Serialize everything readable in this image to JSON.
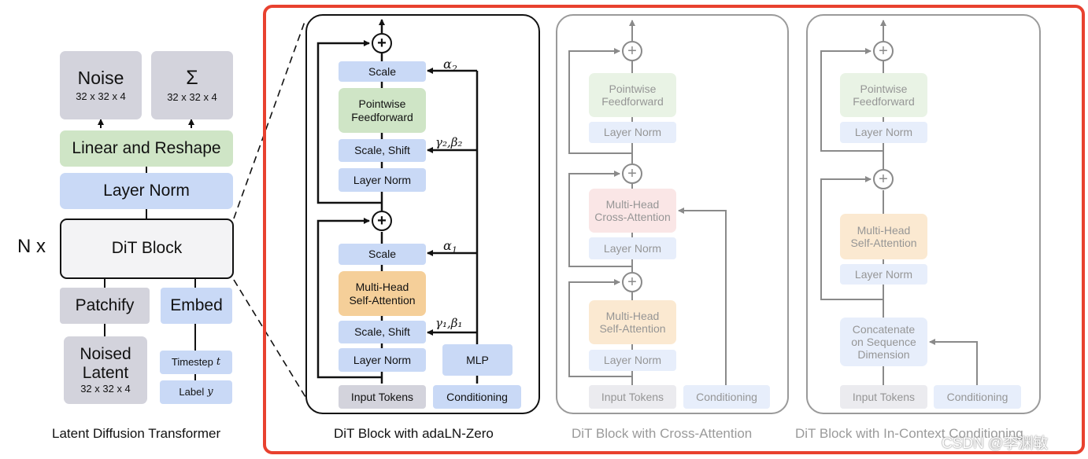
{
  "left": {
    "noise": {
      "label": "Noise",
      "shape": "32 x 32 x 4"
    },
    "sigma": {
      "label": "Σ",
      "shape": "32 x 32 x 4"
    },
    "linear_reshape": "Linear and Reshape",
    "layer_norm": "Layer Norm",
    "n_times": "N x",
    "dit_block": "DiT Block",
    "patchify": "Patchify",
    "embed": "Embed",
    "noised_latent": {
      "line1": "Noised",
      "line2": "Latent",
      "shape": "32 x 32 x 4"
    },
    "timestep": "Timestep",
    "timestep_var": "t",
    "label": "Label",
    "label_var": "y",
    "caption": "Latent Diffusion Transformer"
  },
  "adaln": {
    "scale_top": "Scale",
    "pointwise": {
      "line1": "Pointwise",
      "line2": "Feedforward"
    },
    "scale_shift_top": "Scale, Shift",
    "layer_norm_top": "Layer Norm",
    "scale_bottom": "Scale",
    "mhsa": {
      "line1": "Multi-Head",
      "line2": "Self-Attention"
    },
    "scale_shift_bottom": "Scale, Shift",
    "layer_norm_bottom": "Layer Norm",
    "mlp": "MLP",
    "input_tokens": "Input Tokens",
    "conditioning": "Conditioning",
    "alpha2": "α",
    "alpha2_sub": "2",
    "gamma2_beta2": "γ₂,β₂",
    "alpha1": "α",
    "alpha1_sub": "1",
    "gamma1_beta1": "γ₁,β₁",
    "caption": "DiT Block with adaLN-Zero"
  },
  "cross": {
    "pointwise": {
      "line1": "Pointwise",
      "line2": "Feedforward"
    },
    "layer_norm_top": "Layer Norm",
    "mhca": {
      "line1": "Multi-Head",
      "line2": "Cross-Attention"
    },
    "layer_norm_mid": "Layer Norm",
    "mhsa": {
      "line1": "Multi-Head",
      "line2": "Self-Attention"
    },
    "layer_norm_bottom": "Layer Norm",
    "input_tokens": "Input Tokens",
    "conditioning": "Conditioning",
    "caption": "DiT Block with Cross-Attention"
  },
  "incontext": {
    "pointwise": {
      "line1": "Pointwise",
      "line2": "Feedforward"
    },
    "layer_norm_top": "Layer Norm",
    "mhsa": {
      "line1": "Multi-Head",
      "line2": "Self-Attention"
    },
    "layer_norm_mid": "Layer Norm",
    "concat": {
      "line1": "Concatenate",
      "line2": "on Sequence",
      "line3": "Dimension"
    },
    "input_tokens": "Input Tokens",
    "conditioning": "Conditioning",
    "caption": "DiT Block with In-Context Conditioning"
  },
  "watermark": "CSDN @李渊敏",
  "colors": {
    "highlight_border": "#e8412f",
    "gray_box": "#d3d3dc",
    "green_box": "#cfe5c6",
    "blue_box": "#c9d9f6",
    "orange_box": "#f5cf99",
    "red_box": "#f4c8c8"
  }
}
